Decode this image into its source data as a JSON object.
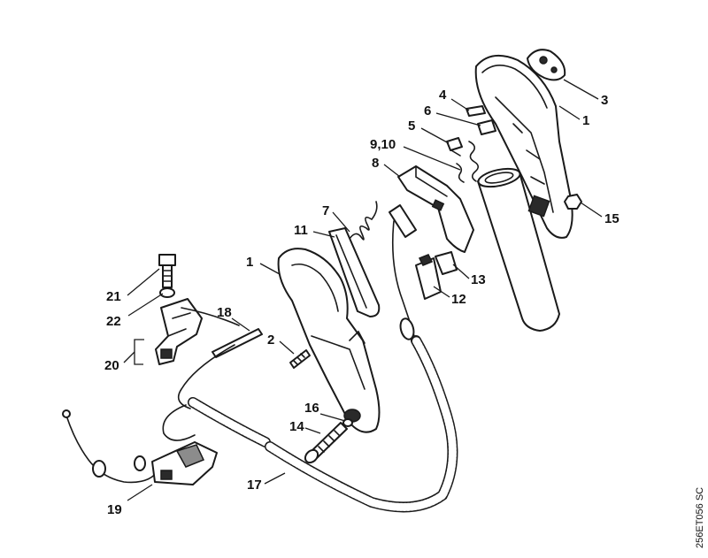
{
  "labels": {
    "l1a": "1",
    "l1b": "1",
    "l2": "2",
    "l3": "3",
    "l4": "4",
    "l5": "5",
    "l6": "6",
    "l7": "7",
    "l8": "8",
    "l910": "9,10",
    "l11": "11",
    "l12": "12",
    "l13": "13",
    "l14": "14",
    "l15": "15",
    "l16": "16",
    "l17": "17",
    "l18": "18",
    "l19": "19",
    "l20": "20",
    "l21": "21",
    "l22": "22"
  },
  "drawing_code": "256ET056 SC"
}
